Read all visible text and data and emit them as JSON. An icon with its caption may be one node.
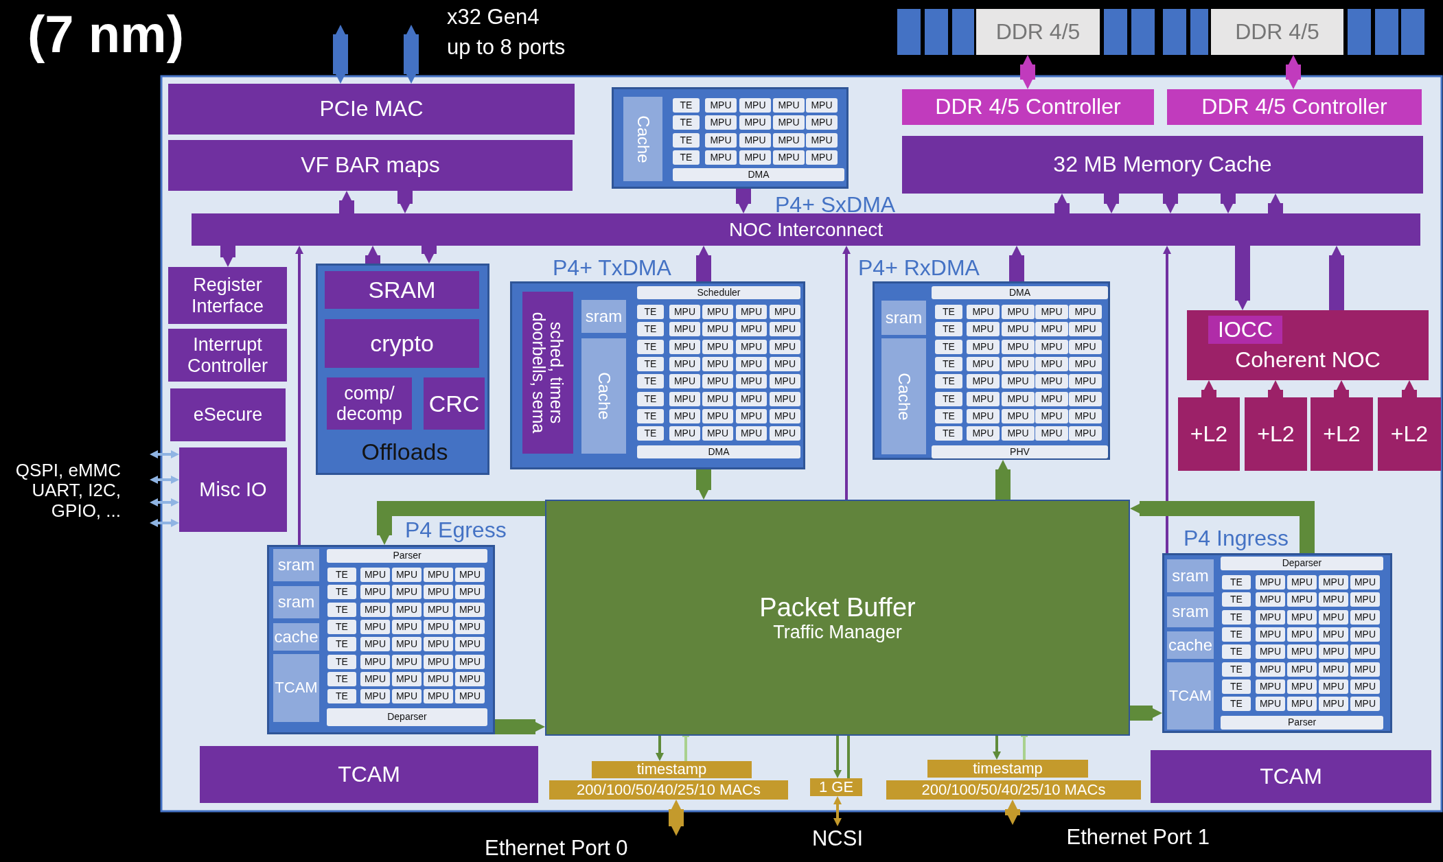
{
  "diagram": {
    "title": "(7 nm)",
    "nodes": [
      {
        "text": [
          "PCIe MAC"
        ]
      },
      {
        "text": [
          "VF BAR maps"
        ]
      },
      {
        "text": [
          "P4+ SxDMA"
        ]
      },
      {
        "text": [
          "Cache"
        ],
        "in": 2
      },
      {
        "text": [
          "TE"
        ],
        "in": 2
      },
      {
        "text": [
          "MPU"
        ],
        "in": 2
      },
      {
        "text": [
          "MPU"
        ],
        "in": 2
      },
      {
        "text": [
          "MPU"
        ],
        "in": 2
      },
      {
        "text": [
          "MPU"
        ],
        "in": 2
      },
      {
        "text": [
          "TE"
        ],
        "in": 2
      },
      {
        "text": [
          "MPU"
        ],
        "in": 2
      },
      {
        "text": [
          "MPU"
        ],
        "in": 2
      },
      {
        "text": [
          "MPU"
        ],
        "in": 2
      },
      {
        "text": [
          "MPU"
        ],
        "in": 2
      },
      {
        "text": [
          "TE"
        ],
        "in": 2
      },
      {
        "text": [
          "MPU"
        ],
        "in": 2
      },
      {
        "text": [
          "MPU"
        ],
        "in": 2
      },
      {
        "text": [
          "MPU"
        ],
        "in": 2
      },
      {
        "text": [
          "MPU"
        ],
        "in": 2
      },
      {
        "text": [
          "TE"
        ],
        "in": 2
      },
      {
        "text": [
          "MPU"
        ],
        "in": 2
      },
      {
        "text": [
          "MPU"
        ],
        "in": 2
      },
      {
        "text": [
          "MPU"
        ],
        "in": 2
      },
      {
        "text": [
          "MPU"
        ],
        "in": 2
      },
      {
        "text": [
          "DMA"
        ],
        "in": 2
      },
      {
        "text": [
          "DDR 4/5"
        ]
      },
      {
        "text": [
          "DDR 4/5"
        ]
      },
      {
        "text": [
          "DDR 4/5 Controller"
        ]
      },
      {
        "text": [
          "DDR 4/5 Controller"
        ]
      },
      {
        "text": [
          "32 MB Memory Cache"
        ]
      },
      {
        "text": [
          "NOC Interconnect"
        ]
      },
      {
        "text": [
          "Register Interface"
        ]
      },
      {
        "text": [
          "Interrupt Controller"
        ]
      },
      {
        "text": [
          "eSecure"
        ]
      },
      {
        "text": [
          "Offloads"
        ]
      },
      {
        "text": [
          "SRAM"
        ],
        "in": 34
      },
      {
        "text": [
          "crypto"
        ],
        "in": 34
      },
      {
        "text": [
          "comp/ decomp"
        ],
        "in": 34
      },
      {
        "text": [
          "CRC"
        ],
        "in": 34
      },
      {
        "text": [
          "P4+ TxDMA"
        ]
      },
      {
        "text": [
          "sched, timers doorbells, sema"
        ],
        "in": 39
      },
      {
        "text": [
          "sram"
        ],
        "in": 39
      },
      {
        "text": [
          "Cache"
        ],
        "in": 39
      },
      {
        "text": [
          "Scheduler"
        ],
        "in": 39
      },
      {
        "text": [
          "TE"
        ],
        "in": 39
      },
      {
        "text": [
          "MPU"
        ],
        "in": 39
      },
      {
        "text": [
          "MPU"
        ],
        "in": 39
      },
      {
        "text": [
          "MPU"
        ],
        "in": 39
      },
      {
        "text": [
          "MPU"
        ],
        "in": 39
      },
      {
        "text": [
          "TE"
        ],
        "in": 39
      },
      {
        "text": [
          "MPU"
        ],
        "in": 39
      },
      {
        "text": [
          "MPU"
        ],
        "in": 39
      },
      {
        "text": [
          "MPU"
        ],
        "in": 39
      },
      {
        "text": [
          "MPU"
        ],
        "in": 39
      },
      {
        "text": [
          "TE"
        ],
        "in": 39
      },
      {
        "text": [
          "MPU"
        ],
        "in": 39
      },
      {
        "text": [
          "MPU"
        ],
        "in": 39
      },
      {
        "text": [
          "MPU"
        ],
        "in": 39
      },
      {
        "text": [
          "MPU"
        ],
        "in": 39
      },
      {
        "text": [
          "TE"
        ],
        "in": 39
      },
      {
        "text": [
          "MPU"
        ],
        "in": 39
      },
      {
        "text": [
          "MPU"
        ],
        "in": 39
      },
      {
        "text": [
          "MPU"
        ],
        "in": 39
      },
      {
        "text": [
          "MPU"
        ],
        "in": 39
      },
      {
        "text": [
          "TE"
        ],
        "in": 39
      },
      {
        "text": [
          "MPU"
        ],
        "in": 39
      },
      {
        "text": [
          "MPU"
        ],
        "in": 39
      },
      {
        "text": [
          "MPU"
        ],
        "in": 39
      },
      {
        "text": [
          "MPU"
        ],
        "in": 39
      },
      {
        "text": [
          "TE"
        ],
        "in": 39
      },
      {
        "text": [
          "MPU"
        ],
        "in": 39
      },
      {
        "text": [
          "MPU"
        ],
        "in": 39
      },
      {
        "text": [
          "MPU"
        ],
        "in": 39
      },
      {
        "text": [
          "MPU"
        ],
        "in": 39
      },
      {
        "text": [
          "TE"
        ],
        "in": 39
      },
      {
        "text": [
          "MPU"
        ],
        "in": 39
      },
      {
        "text": [
          "MPU"
        ],
        "in": 39
      },
      {
        "text": [
          "MPU"
        ],
        "in": 39
      },
      {
        "text": [
          "MPU"
        ],
        "in": 39
      },
      {
        "text": [
          "TE"
        ],
        "in": 39
      },
      {
        "text": [
          "MPU"
        ],
        "in": 39
      },
      {
        "text": [
          "MPU"
        ],
        "in": 39
      },
      {
        "text": [
          "MPU"
        ],
        "in": 39
      },
      {
        "text": [
          "MPU"
        ],
        "in": 39
      },
      {
        "text": [
          "DMA"
        ],
        "in": 39
      },
      {
        "text": [
          "P4+ RxDMA"
        ]
      },
      {
        "text": [
          "sram"
        ],
        "in": 85
      },
      {
        "text": [
          "Cache"
        ],
        "in": 85
      },
      {
        "text": [
          "DMA"
        ],
        "in": 85
      },
      {
        "text": [
          "TE"
        ],
        "in": 85
      },
      {
        "text": [
          "MPU"
        ],
        "in": 85
      },
      {
        "text": [
          "MPU"
        ],
        "in": 85
      },
      {
        "text": [
          "MPU"
        ],
        "in": 85
      },
      {
        "text": [
          "MPU"
        ],
        "in": 85
      },
      {
        "text": [
          "TE"
        ],
        "in": 85
      },
      {
        "text": [
          "MPU"
        ],
        "in": 85
      },
      {
        "text": [
          "MPU"
        ],
        "in": 85
      },
      {
        "text": [
          "MPU"
        ],
        "in": 85
      },
      {
        "text": [
          "MPU"
        ],
        "in": 85
      },
      {
        "text": [
          "TE"
        ],
        "in": 85
      },
      {
        "text": [
          "MPU"
        ],
        "in": 85
      },
      {
        "text": [
          "MPU"
        ],
        "in": 85
      },
      {
        "text": [
          "MPU"
        ],
        "in": 85
      },
      {
        "text": [
          "MPU"
        ],
        "in": 85
      },
      {
        "text": [
          "TE"
        ],
        "in": 85
      },
      {
        "text": [
          "MPU"
        ],
        "in": 85
      },
      {
        "text": [
          "MPU"
        ],
        "in": 85
      },
      {
        "text": [
          "MPU"
        ],
        "in": 85
      },
      {
        "text": [
          "MPU"
        ],
        "in": 85
      },
      {
        "text": [
          "TE"
        ],
        "in": 85
      },
      {
        "text": [
          "MPU"
        ],
        "in": 85
      },
      {
        "text": [
          "MPU"
        ],
        "in": 85
      },
      {
        "text": [
          "MPU"
        ],
        "in": 85
      },
      {
        "text": [
          "MPU"
        ],
        "in": 85
      },
      {
        "text": [
          "TE"
        ],
        "in": 85
      },
      {
        "text": [
          "MPU"
        ],
        "in": 85
      },
      {
        "text": [
          "MPU"
        ],
        "in": 85
      },
      {
        "text": [
          "MPU"
        ],
        "in": 85
      },
      {
        "text": [
          "MPU"
        ],
        "in": 85
      },
      {
        "text": [
          "TE"
        ],
        "in": 85
      },
      {
        "text": [
          "MPU"
        ],
        "in": 85
      },
      {
        "text": [
          "MPU"
        ],
        "in": 85
      },
      {
        "text": [
          "MPU"
        ],
        "in": 85
      },
      {
        "text": [
          "MPU"
        ],
        "in": 85
      },
      {
        "text": [
          "TE"
        ],
        "in": 85
      },
      {
        "text": [
          "MPU"
        ],
        "in": 85
      },
      {
        "text": [
          "MPU"
        ],
        "in": 85
      },
      {
        "text": [
          "MPU"
        ],
        "in": 85
      },
      {
        "text": [
          "MPU"
        ],
        "in": 85
      },
      {
        "text": [
          "PHV"
        ],
        "in": 85
      },
      {
        "text": [
          "Coherent NOC"
        ]
      },
      {
        "text": [
          "IOCC"
        ],
        "in": 130
      },
      {
        "text": [
          "+L2"
        ]
      },
      {
        "text": [
          "+L2"
        ]
      },
      {
        "text": [
          "+L2"
        ]
      },
      {
        "text": [
          "+L2"
        ]
      },
      {
        "text": [
          "QSPI, eMMC UART, I2C, GPIO, ..."
        ]
      },
      {
        "text": [
          "Misc IO"
        ]
      },
      {
        "text": [
          "Packet Buffer",
          "Traffic Manager"
        ]
      },
      {
        "text": [
          "P4 Egress"
        ]
      },
      {
        "text": [
          "sram"
        ],
        "in": 139
      },
      {
        "text": [
          "sram"
        ],
        "in": 139
      },
      {
        "text": [
          "cache"
        ],
        "in": 139
      },
      {
        "text": [
          "TCAM"
        ],
        "in": 139
      },
      {
        "text": [
          "Parser"
        ],
        "in": 139
      },
      {
        "text": [
          "TE"
        ],
        "in": 139
      },
      {
        "text": [
          "MPU"
        ],
        "in": 139
      },
      {
        "text": [
          "MPU"
        ],
        "in": 139
      },
      {
        "text": [
          "MPU"
        ],
        "in": 139
      },
      {
        "text": [
          "MPU"
        ],
        "in": 139
      },
      {
        "text": [
          "TE"
        ],
        "in": 139
      },
      {
        "text": [
          "MPU"
        ],
        "in": 139
      },
      {
        "text": [
          "MPU"
        ],
        "in": 139
      },
      {
        "text": [
          "MPU"
        ],
        "in": 139
      },
      {
        "text": [
          "MPU"
        ],
        "in": 139
      },
      {
        "text": [
          "TE"
        ],
        "in": 139
      },
      {
        "text": [
          "MPU"
        ],
        "in": 139
      },
      {
        "text": [
          "MPU"
        ],
        "in": 139
      },
      {
        "text": [
          "MPU"
        ],
        "in": 139
      },
      {
        "text": [
          "MPU"
        ],
        "in": 139
      },
      {
        "text": [
          "TE"
        ],
        "in": 139
      },
      {
        "text": [
          "MPU"
        ],
        "in": 139
      },
      {
        "text": [
          "MPU"
        ],
        "in": 139
      },
      {
        "text": [
          "MPU"
        ],
        "in": 139
      },
      {
        "text": [
          "MPU"
        ],
        "in": 139
      },
      {
        "text": [
          "TE"
        ],
        "in": 139
      },
      {
        "text": [
          "MPU"
        ],
        "in": 139
      },
      {
        "text": [
          "MPU"
        ],
        "in": 139
      },
      {
        "text": [
          "MPU"
        ],
        "in": 139
      },
      {
        "text": [
          "MPU"
        ],
        "in": 139
      },
      {
        "text": [
          "TE"
        ],
        "in": 139
      },
      {
        "text": [
          "MPU"
        ],
        "in": 139
      },
      {
        "text": [
          "MPU"
        ],
        "in": 139
      },
      {
        "text": [
          "MPU"
        ],
        "in": 139
      },
      {
        "text": [
          "MPU"
        ],
        "in": 139
      },
      {
        "text": [
          "TE"
        ],
        "in": 139
      },
      {
        "text": [
          "MPU"
        ],
        "in": 139
      },
      {
        "text": [
          "MPU"
        ],
        "in": 139
      },
      {
        "text": [
          "MPU"
        ],
        "in": 139
      },
      {
        "text": [
          "MPU"
        ],
        "in": 139
      },
      {
        "text": [
          "TE"
        ],
        "in": 139
      },
      {
        "text": [
          "MPU"
        ],
        "in": 139
      },
      {
        "text": [
          "MPU"
        ],
        "in": 139
      },
      {
        "text": [
          "MPU"
        ],
        "in": 139
      },
      {
        "text": [
          "MPU"
        ],
        "in": 139
      },
      {
        "text": [
          "Deparser"
        ],
        "in": 139
      },
      {
        "text": [
          "P4 Ingress"
        ]
      },
      {
        "text": [
          "sram"
        ],
        "in": 186
      },
      {
        "text": [
          "sram"
        ],
        "in": 186
      },
      {
        "text": [
          "cache"
        ],
        "in": 186
      },
      {
        "text": [
          "TCAM"
        ],
        "in": 186
      },
      {
        "text": [
          "Deparser"
        ],
        "in": 186
      },
      {
        "text": [
          "TE"
        ],
        "in": 186
      },
      {
        "text": [
          "MPU"
        ],
        "in": 186
      },
      {
        "text": [
          "MPU"
        ],
        "in": 186
      },
      {
        "text": [
          "MPU"
        ],
        "in": 186
      },
      {
        "text": [
          "MPU"
        ],
        "in": 186
      },
      {
        "text": [
          "TE"
        ],
        "in": 186
      },
      {
        "text": [
          "MPU"
        ],
        "in": 186
      },
      {
        "text": [
          "MPU"
        ],
        "in": 186
      },
      {
        "text": [
          "MPU"
        ],
        "in": 186
      },
      {
        "text": [
          "MPU"
        ],
        "in": 186
      },
      {
        "text": [
          "TE"
        ],
        "in": 186
      },
      {
        "text": [
          "MPU"
        ],
        "in": 186
      },
      {
        "text": [
          "MPU"
        ],
        "in": 186
      },
      {
        "text": [
          "MPU"
        ],
        "in": 186
      },
      {
        "text": [
          "MPU"
        ],
        "in": 186
      },
      {
        "text": [
          "TE"
        ],
        "in": 186
      },
      {
        "text": [
          "MPU"
        ],
        "in": 186
      },
      {
        "text": [
          "MPU"
        ],
        "in": 186
      },
      {
        "text": [
          "MPU"
        ],
        "in": 186
      },
      {
        "text": [
          "MPU"
        ],
        "in": 186
      },
      {
        "text": [
          "TE"
        ],
        "in": 186
      },
      {
        "text": [
          "MPU"
        ],
        "in": 186
      },
      {
        "text": [
          "MPU"
        ],
        "in": 186
      },
      {
        "text": [
          "MPU"
        ],
        "in": 186
      },
      {
        "text": [
          "MPU"
        ],
        "in": 186
      },
      {
        "text": [
          "TE"
        ],
        "in": 186
      },
      {
        "text": [
          "MPU"
        ],
        "in": 186
      },
      {
        "text": [
          "MPU"
        ],
        "in": 186
      },
      {
        "text": [
          "MPU"
        ],
        "in": 186
      },
      {
        "text": [
          "MPU"
        ],
        "in": 186
      },
      {
        "text": [
          "TE"
        ],
        "in": 186
      },
      {
        "text": [
          "MPU"
        ],
        "in": 186
      },
      {
        "text": [
          "MPU"
        ],
        "in": 186
      },
      {
        "text": [
          "MPU"
        ],
        "in": 186
      },
      {
        "text": [
          "MPU"
        ],
        "in": 186
      },
      {
        "text": [
          "TE"
        ],
        "in": 186
      },
      {
        "text": [
          "MPU"
        ],
        "in": 186
      },
      {
        "text": [
          "MPU"
        ],
        "in": 186
      },
      {
        "text": [
          "MPU"
        ],
        "in": 186
      },
      {
        "text": [
          "MPU"
        ],
        "in": 186
      },
      {
        "text": [
          "Parser"
        ],
        "in": 186
      },
      {
        "text": [
          "TCAM"
        ]
      },
      {
        "text": [
          "timestamp"
        ]
      },
      {
        "text": [
          "200/100/50/40/25/10 MACs"
        ]
      },
      {
        "text": [
          "1 GE"
        ]
      },
      {
        "text": [
          "timestamp"
        ]
      },
      {
        "text": [
          "200/100/50/40/25/10 MACs"
        ]
      },
      {
        "text": [
          "TCAM"
        ]
      },
      {
        "text": [
          "NCSI"
        ]
      },
      {
        "text": [
          "Ethernet Port 0"
        ]
      },
      {
        "text": [
          "Ethernet Port 1"
        ]
      }
    ],
    "edges": [
      {
        "from": null,
        "to": 0,
        "arrow": "both",
        "color": "#4472c4"
      },
      {
        "from": null,
        "to": 0,
        "arrow": "both",
        "color": "#4472c4"
      },
      {
        "from": 30,
        "to": 1,
        "arrow": "to"
      },
      {
        "from": 1,
        "to": 30,
        "arrow": "to"
      },
      {
        "from": 2,
        "to": 30,
        "arrow": "to"
      },
      {
        "from": 25,
        "to": 27,
        "arrow": "both",
        "color": "#c13bbd"
      },
      {
        "from": 26,
        "to": 28,
        "arrow": "both",
        "color": "#c13bbd"
      },
      {
        "from": 30,
        "to": 29,
        "arrow": "to"
      },
      {
        "from": 29,
        "to": 30,
        "arrow": "to"
      },
      {
        "from": 29,
        "to": 30,
        "arrow": "to"
      },
      {
        "from": 29,
        "to": 30,
        "arrow": "to"
      },
      {
        "from": 30,
        "to": 29,
        "arrow": "to"
      },
      {
        "from": 30,
        "to": 31,
        "arrow": "to"
      },
      {
        "from": 139,
        "to": 30,
        "arrow": "to"
      },
      {
        "from": 34,
        "to": 30,
        "arrow": "to"
      },
      {
        "from": 30,
        "to": 34,
        "arrow": "to"
      },
      {
        "from": 39,
        "to": 30,
        "arrow": "to"
      },
      {
        "from": 138,
        "to": 30,
        "arrow": "to"
      },
      {
        "from": 85,
        "to": 30,
        "arrow": "to"
      },
      {
        "from": 186,
        "to": 30,
        "arrow": "to"
      },
      {
        "from": 30,
        "to": 130,
        "arrow": "to"
      },
      {
        "from": 130,
        "to": 30,
        "arrow": "to"
      },
      {
        "from": 132,
        "to": 130,
        "arrow": "to",
        "color": "#9c2168"
      },
      {
        "from": 133,
        "to": 130,
        "arrow": "to",
        "color": "#9c2168"
      },
      {
        "from": 134,
        "to": 130,
        "arrow": "to",
        "color": "#9c2168"
      },
      {
        "from": 135,
        "to": 130,
        "arrow": "to",
        "color": "#9c2168"
      },
      {
        "from": 39,
        "to": 138,
        "arrow": "to",
        "color": "#5f8b3a"
      },
      {
        "from": 138,
        "to": 85,
        "arrow": "to",
        "color": "#5f8b3a"
      },
      {
        "from": 138,
        "to": 139,
        "arrow": "to",
        "color": "#5f8b3a"
      },
      {
        "from": 139,
        "to": 138,
        "arrow": "to",
        "color": "#5f8b3a"
      },
      {
        "from": 186,
        "to": 138,
        "arrow": "to",
        "color": "#5f8b3a"
      },
      {
        "from": 138,
        "to": 186,
        "arrow": "to",
        "color": "#5f8b3a"
      },
      {
        "from": 138,
        "to": 234,
        "arrow": "to",
        "color": "#5f8b3a"
      },
      {
        "from": 234,
        "to": 138,
        "arrow": "other",
        "color": "#a9d18e"
      },
      {
        "from": 138,
        "to": 236,
        "arrow": "to",
        "color": "#5f8b3a"
      },
      {
        "from": 236,
        "to": 138,
        "arrow": "none",
        "color": "#5f8b3a"
      },
      {
        "from": 138,
        "to": 237,
        "arrow": "to",
        "color": "#5f8b3a"
      },
      {
        "from": 237,
        "to": 138,
        "arrow": "other",
        "color": "#a9d18e"
      },
      {
        "from": 235,
        "to": 241,
        "arrow": "both",
        "color": "#c49a2c"
      },
      {
        "from": 236,
        "to": 240,
        "arrow": "both",
        "color": "#c49a2c"
      },
      {
        "from": 238,
        "to": 242,
        "arrow": "both",
        "color": "#c49a2c"
      },
      {
        "from": 136,
        "to": 137,
        "arrow": "both",
        "color": "#8fb4e3"
      },
      {
        "from": 136,
        "to": 137,
        "arrow": "both",
        "color": "#8fb4e3"
      },
      {
        "from": 136,
        "to": 137,
        "arrow": "both",
        "color": "#8fb4e3"
      },
      {
        "from": 136,
        "to": 137,
        "arrow": "both",
        "color": "#8fb4e3"
      }
    ],
    "labels": [
      "x32 Gen4",
      "up to 8 ports"
    ]
  }
}
